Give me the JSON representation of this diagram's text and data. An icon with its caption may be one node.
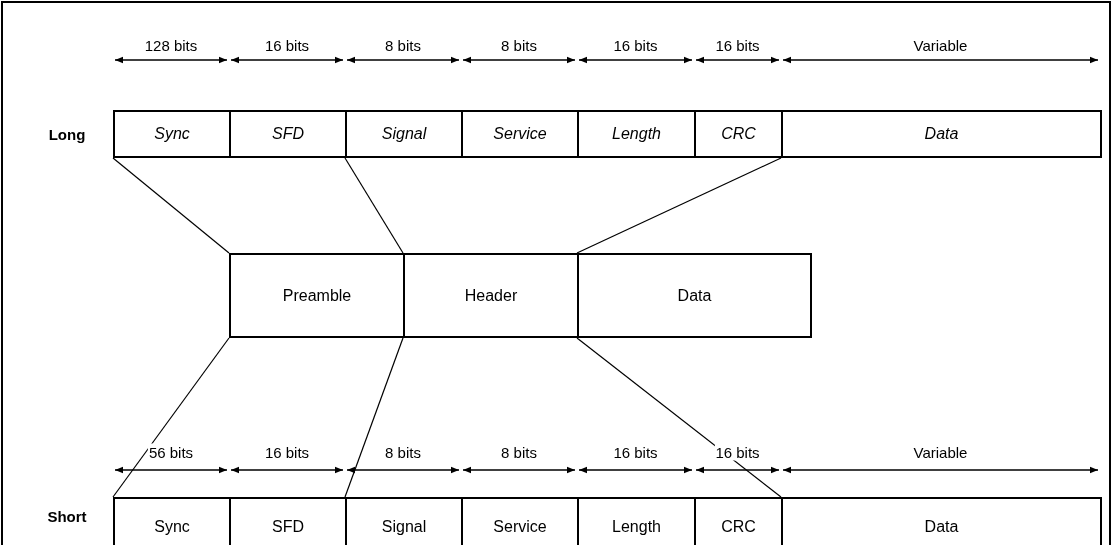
{
  "diagram": {
    "nodes": [
      {
        "text": [
          "Sync"
        ]
      },
      {
        "text": [
          "SFD"
        ]
      },
      {
        "text": [
          "Signal"
        ]
      },
      {
        "text": [
          "Service"
        ]
      },
      {
        "text": [
          "Length"
        ]
      },
      {
        "text": [
          "CRC"
        ]
      },
      {
        "text": [
          "Data"
        ]
      },
      {
        "text": [
          "Preamble"
        ]
      },
      {
        "text": [
          "Header"
        ]
      },
      {
        "text": [
          "Data"
        ]
      },
      {
        "text": [
          "Sync"
        ]
      },
      {
        "text": [
          "SFD"
        ]
      },
      {
        "text": [
          "Signal"
        ]
      },
      {
        "text": [
          "Service"
        ]
      },
      {
        "text": [
          "Length"
        ]
      },
      {
        "text": [
          "CRC"
        ]
      },
      {
        "text": [
          "Data"
        ]
      }
    ],
    "edges": [
      {
        "from": 0,
        "to": 7,
        "arrow": "none"
      },
      {
        "from": 2,
        "to": 8,
        "arrow": "none"
      },
      {
        "from": 6,
        "to": 9,
        "arrow": "none"
      },
      {
        "from": 7,
        "to": 10,
        "arrow": "none"
      },
      {
        "from": 8,
        "to": 12,
        "arrow": "none"
      },
      {
        "from": 9,
        "to": 16,
        "arrow": "none"
      }
    ],
    "labels": [
      "128 bits",
      "16 bits",
      "8 bits",
      "8 bits",
      "16 bits",
      "16 bits",
      "Variable",
      "Long",
      "56 bits",
      "16 bits",
      "8 bits",
      "8 bits",
      "16 bits",
      "16 bits",
      "Variable",
      "Short"
    ]
  }
}
